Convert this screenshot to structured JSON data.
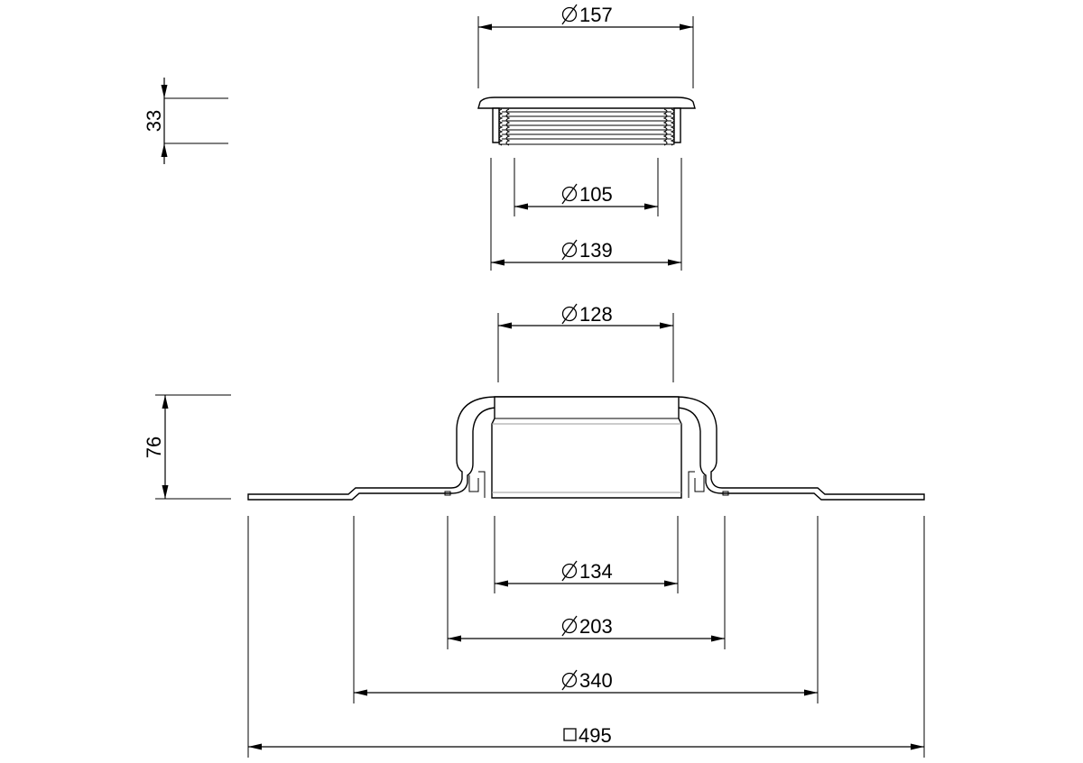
{
  "dimensions": {
    "ring_outer": "157",
    "ring_height": "33",
    "ring_inner": "105",
    "ring_thread": "139",
    "collar_top": "128",
    "base_height": "76",
    "base_134": "134",
    "base_203": "203",
    "base_340": "340",
    "base_square": "495"
  }
}
